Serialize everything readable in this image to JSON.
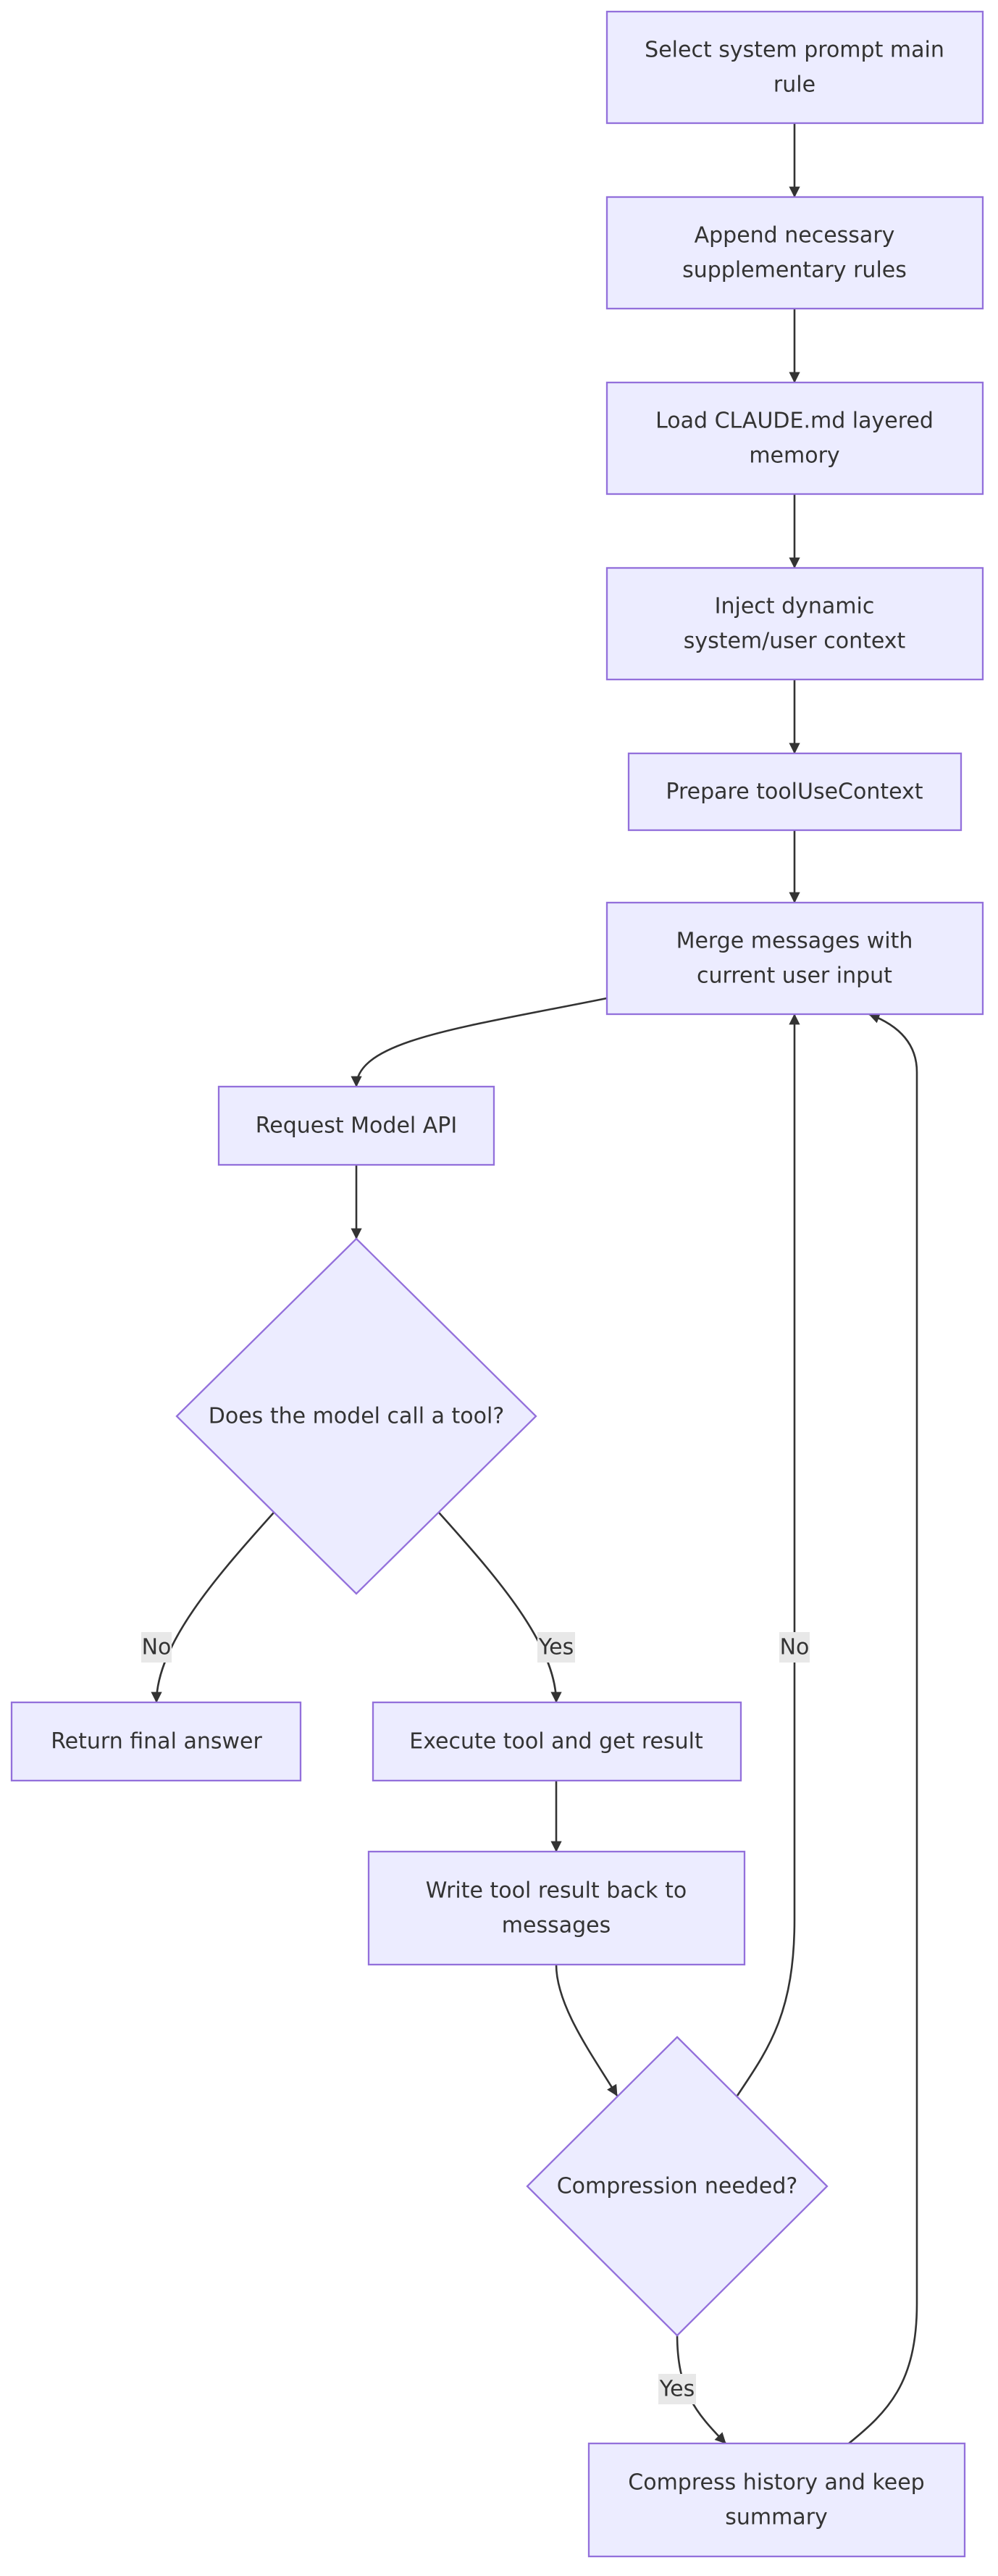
{
  "nodes": {
    "select_prompt": {
      "lines": [
        "Select system prompt main",
        "rule"
      ]
    },
    "append_rules": {
      "lines": [
        "Append necessary",
        "supplementary rules"
      ]
    },
    "load_memory": {
      "lines": [
        "Load CLAUDE.md layered",
        "memory"
      ]
    },
    "inject_context": {
      "lines": [
        "Inject dynamic",
        "system/user context"
      ]
    },
    "prepare_context": {
      "lines": [
        "Prepare toolUseContext"
      ]
    },
    "merge_messages": {
      "lines": [
        "Merge messages with",
        "current user input"
      ]
    },
    "request_api": {
      "lines": [
        "Request Model API"
      ]
    },
    "tool_decision": {
      "lines": [
        "Does the model call a tool?"
      ]
    },
    "return_answer": {
      "lines": [
        "Return final answer"
      ]
    },
    "execute_tool": {
      "lines": [
        "Execute tool and get result"
      ]
    },
    "write_result": {
      "lines": [
        "Write tool result back to",
        "messages"
      ]
    },
    "compression_decision": {
      "lines": [
        "Compression needed?"
      ]
    },
    "compress_history": {
      "lines": [
        "Compress history and keep",
        "summary"
      ]
    }
  },
  "edge_labels": {
    "tool_no": "No",
    "tool_yes": "Yes",
    "compression_no": "No",
    "compression_yes": "Yes"
  }
}
